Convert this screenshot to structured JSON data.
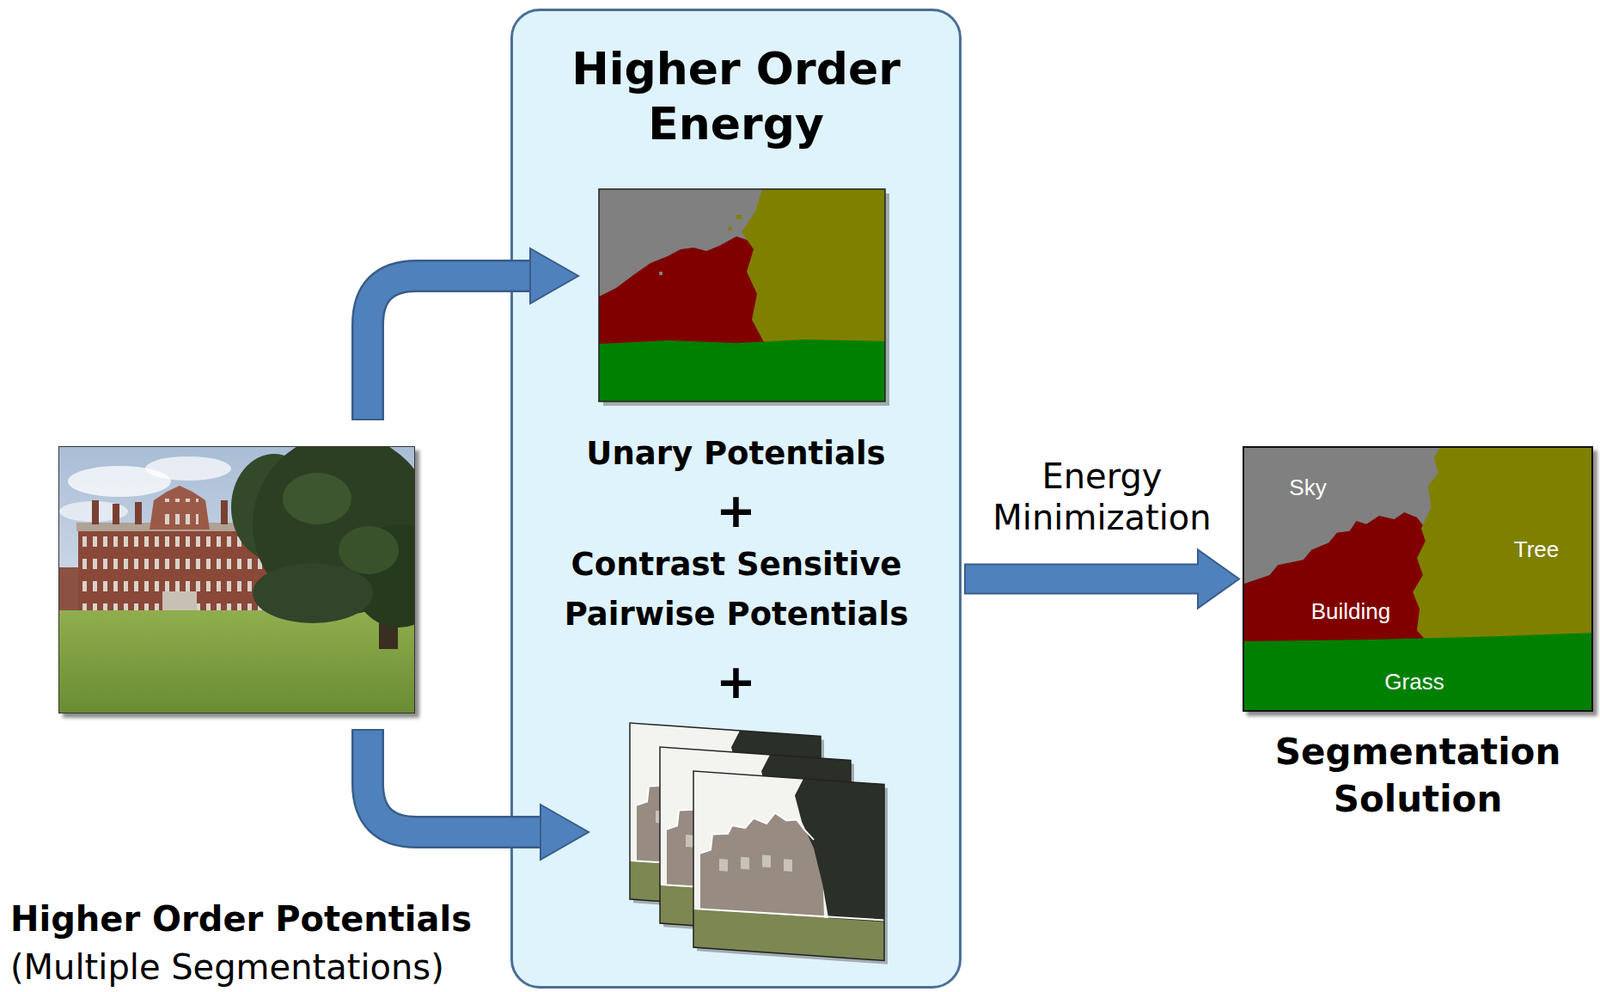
{
  "diagram": {
    "nodes": [
      {
        "text": [
          "Higher Order Energy",
          "Unary Potentials",
          "+",
          "Contrast Sensitive Pairwise Potentials",
          "+"
        ]
      },
      {
        "text": [
          "Sky",
          "Tree",
          "Building",
          "Grass",
          "Segmentation Solution"
        ]
      }
    ],
    "edges": [
      {
        "from": 0,
        "to": 1,
        "arrow": "to",
        "label": "Energy Minimization"
      }
    ],
    "labels": [
      "Higher Order Potentials",
      "(Multiple Segmentations)"
    ]
  }
}
